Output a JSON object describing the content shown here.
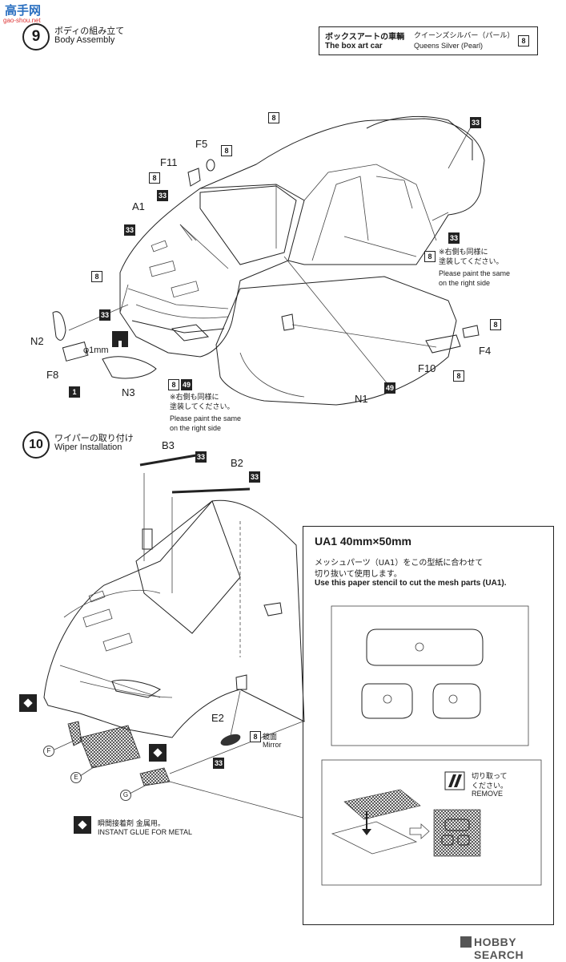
{
  "watermark": {
    "top": "高手网",
    "sub": "gao-shou.net",
    "bottom": "HOBBY SEARCH"
  },
  "step9": {
    "number": "9",
    "title_jp": "ボディの組み立て",
    "title_en": "Body Assembly"
  },
  "boxart": {
    "label_jp": "ボックスアートの車輌",
    "label_en": "The box art car",
    "color_jp": "クイーンズシルバー（パール）",
    "color_en": "Queens Silver (Pearl)",
    "color_num": "8"
  },
  "parts9": {
    "F5": "F5",
    "F11": "F11",
    "A1": "A1",
    "N2": "N2",
    "F8": "F8",
    "N3": "N3",
    "N1": "N1",
    "F10": "F10",
    "F4": "F4",
    "phi": "φ1mm"
  },
  "nums": {
    "c8": "8",
    "c33": "33",
    "c49": "49",
    "c1": "1"
  },
  "note_right": {
    "jp1": "※右側も同様に",
    "jp2": "塗装してください。",
    "en1": "Please paint the same",
    "en2": "on the right side"
  },
  "note_bottom": {
    "jp1": "※右側も同様に",
    "jp2": "塗装してください。",
    "en1": "Please paint the same",
    "en2": "on the right side"
  },
  "step10": {
    "number": "10",
    "title_jp": "ワイパーの取り付け",
    "title_en": "Wiper Installation"
  },
  "parts10": {
    "B3": "B3",
    "B2": "B2",
    "E2": "E2",
    "E": "E",
    "F": "F",
    "G": "G"
  },
  "mirror": {
    "jp": "鏡面",
    "en": "Mirror"
  },
  "glue": {
    "jp": "瞬間接着剤 金属用。",
    "en": "INSTANT GLUE FOR METAL"
  },
  "ua1": {
    "title": "UA1  40mm×50mm",
    "jp1": "メッシュパーツ（UA1）をこの型紙に合わせて",
    "jp2": "切り抜いて使用します。",
    "en": "Use this paper stencil to cut the mesh parts (UA1).",
    "cut_jp1": "切り取って",
    "cut_jp2": "ください。",
    "cut_en": "REMOVE"
  }
}
